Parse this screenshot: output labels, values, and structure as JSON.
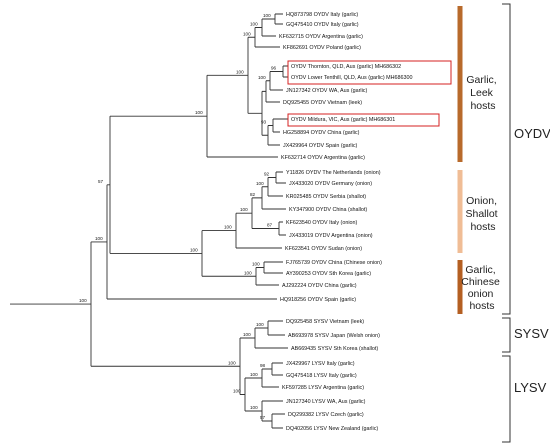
{
  "taxa": [
    "HQ873798 OYDV Italy (garlic)",
    "GQ475410 OYDV Italy (garlic)",
    "KF632715 OYDV Argentina (garlic)",
    "KF862691 OYDV Poland (garlic)",
    "OYDV Thornton, QLD, Aus (garlic) MH686302",
    "OYDV Lower Tenthill, QLD, Aus (garlic) MH686300",
    "JN127342 OYDV WA, Aus (garlic)",
    "DQ925455 OYDV Vietnam (leek)",
    "OYDV Mildura, VIC, Aus (garlic) MH686301",
    "HG258894 OYDV China (garlic)",
    "JX429964 OYDV Spain (garlic)",
    "KF632714 OYDV Argentina (garlic)",
    "Y11826 OYDV The Netherlands (onion)",
    "JX433020 OYDV Germany (onion)",
    "KR025485 OYDV Serbia (shallot)",
    "KY347900 OYDV China (shallot)",
    "KF623540 OYDV Italy (onion)",
    "JX433019 OYDV Argentina (onion)",
    "KF623541 OYDV Sudan (onion)",
    "FJ765739 OYDV China (Chinese onion)",
    "AY390253 OYDV Sth Korea (garlic)",
    "AJ292224 OYDV China (garlic)",
    "HQ918256 OYDV Spain (garlic)",
    "DQ925458 SYSV Vietnam (leek)",
    "AB693978 SYSV Japan (Welsh onion)",
    "AB669435 SYSV Sth Korea (shallot)",
    "JX429967 LYSV Italy (garlic)",
    "GQ475418 LYSV Italy (garlic)",
    "KF597285 LYSV Argentina (garlic)",
    "JN127340 LYSV WA, Aus (garlic)",
    "DQ299382 LYSV Czech (garlic)",
    "DQ402056 LYSV New Zealand (garlic)"
  ],
  "bootstrap": [
    "100",
    "100",
    "100",
    "96",
    "100",
    "100",
    "93",
    "100",
    "57",
    "100",
    "92",
    "100",
    "82",
    "100",
    "87",
    "100",
    "100",
    "100",
    "100",
    "100",
    "100",
    "100",
    "100",
    "100",
    "100",
    "98",
    "100",
    "100",
    "57",
    "100"
  ],
  "host_groups": {
    "garlic_leek": [
      "Garlic,",
      "Leek",
      "hosts"
    ],
    "onion_shallot": [
      "Onion,",
      "Shallot",
      "hosts"
    ],
    "garlic_chinese_onion": [
      "Garlic,",
      "Chinese",
      "onion",
      "hosts"
    ]
  },
  "virus_groups": [
    "OYDV",
    "SYSV",
    "LYSV"
  ],
  "colors": {
    "branch": "#333333",
    "highlight_box": "#d42020",
    "bar_garlic_leek": "#b86a2b",
    "bar_onion_shallot": "#f0bd96",
    "bar_garlic_chinese_onion": "#b45f22"
  }
}
